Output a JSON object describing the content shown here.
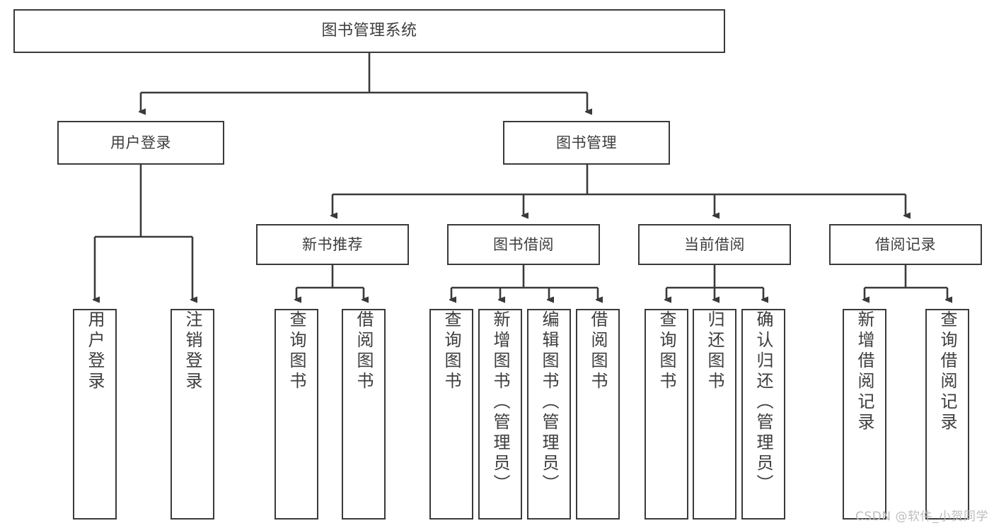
{
  "diagram": {
    "title": "图书管理系统",
    "colors": {
      "stroke": "#3a3a3a",
      "text": "#3d3d3d",
      "background": "#ffffff",
      "watermark": "#bdbdbd"
    },
    "root": {
      "label": "图书管理系统"
    },
    "level2": [
      {
        "label": "用户登录"
      },
      {
        "label": "图书管理"
      }
    ],
    "level3": [
      {
        "label": "新书推荐"
      },
      {
        "label": "图书借阅"
      },
      {
        "label": "当前借阅"
      },
      {
        "label": "借阅记录"
      }
    ],
    "leaves": {
      "user_login": [
        {
          "label": "用户登录"
        },
        {
          "label": "注销登录"
        }
      ],
      "new_book_recommend": [
        {
          "label": "查询图书"
        },
        {
          "label": "借阅图书"
        }
      ],
      "book_borrow": [
        {
          "label": "查询图书"
        },
        {
          "label": "新增图书（管理员）"
        },
        {
          "label": "编辑图书（管理员）"
        },
        {
          "label": "借阅图书"
        }
      ],
      "current_borrow": [
        {
          "label": "查询图书"
        },
        {
          "label": "归还图书"
        },
        {
          "label": "确认归还（管理员）"
        }
      ],
      "borrow_record": [
        {
          "label": "新增借阅记录"
        },
        {
          "label": "查询借阅记录"
        }
      ]
    },
    "watermark": "CSDN @软件_小贺同学"
  }
}
